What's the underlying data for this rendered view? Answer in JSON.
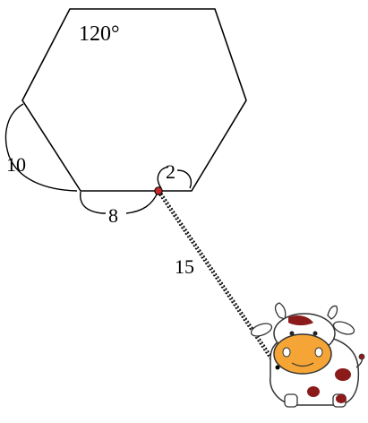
{
  "labels": {
    "angle": "120°",
    "side_left": "10",
    "side_bottom": "8",
    "gap": "2",
    "rope": "15"
  },
  "colors": {
    "stroke": "#000000",
    "post": "#c62828",
    "cow_face": "#f5a535",
    "cow_spots": "#8b1a1a",
    "cow_body": "#ffffff"
  },
  "icons": {
    "post": "post-dot-icon",
    "animal": "cow-icon"
  }
}
